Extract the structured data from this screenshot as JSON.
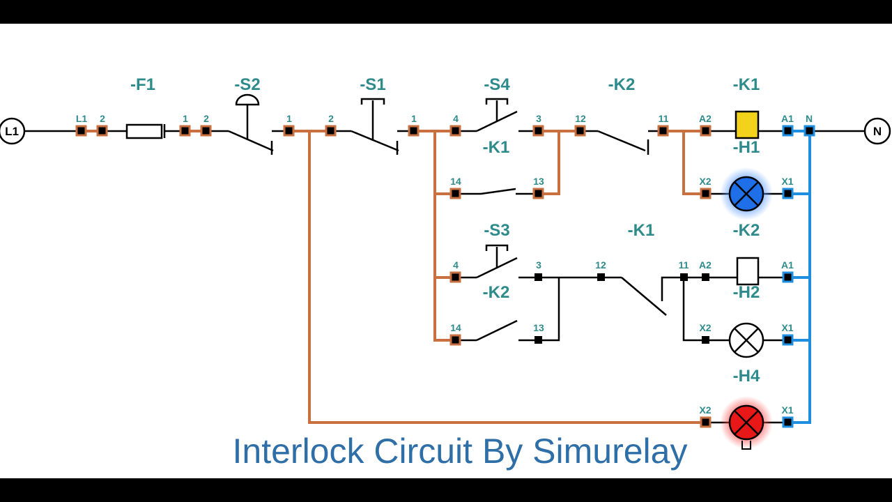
{
  "caption": "Interlock Circuit By Simurelay",
  "terminals": {
    "line": "L1",
    "neutral": "N"
  },
  "device_tags": {
    "f1": "-F1",
    "s2": "-S2",
    "s1": "-S1",
    "s4": "-S4",
    "k2_top": "-K2",
    "k1_coil": "-K1",
    "k1_hold": "-K1",
    "h1": "-H1",
    "s3": "-S3",
    "k1_mid": "-K1",
    "k2_coil": "-K2",
    "k2_hold": "-K2",
    "h2": "-H2",
    "h4": "-H4"
  },
  "pin_labels": {
    "f1_l1": "L1",
    "f1_2": "2",
    "f1_1": "1",
    "f1_2b": "2",
    "s2_1": "1",
    "s2_2": "2",
    "s4_1": "1",
    "s4_4": "4",
    "s4_3": "3",
    "k2a_12": "12",
    "k2a_11": "11",
    "k1_a2": "A2",
    "k1_a1": "A1",
    "n": "N",
    "k1h_14": "14",
    "k1h_13": "13",
    "h1_x2": "X2",
    "h1_x1": "X1",
    "s3_4": "4",
    "s3_3": "3",
    "k1b_12": "12",
    "k1b_11": "11",
    "k2_a2": "A2",
    "k2_a1": "A1",
    "k2h_14": "14",
    "k2h_13": "13",
    "h2_x2": "X2",
    "h2_x1": "X1",
    "h4_x2": "X2",
    "h4_x1": "X1"
  },
  "state": {
    "k1_coil": "energized",
    "h1_lamp": "on",
    "h2_lamp": "off",
    "h4_lamp": "on",
    "k2_coil": "de-energized"
  },
  "colors": {
    "live_wire": "#C8703F",
    "neutral_wire": "#1E8FE0",
    "idle_wire": "#000000",
    "tag_text": "#2E8B8B",
    "caption_text": "#2F6FA8",
    "coil_energized": "#F2D21B",
    "lamp_h1": "#1E6FE8",
    "lamp_h4": "#E81818",
    "background": "#FFFFFF"
  }
}
